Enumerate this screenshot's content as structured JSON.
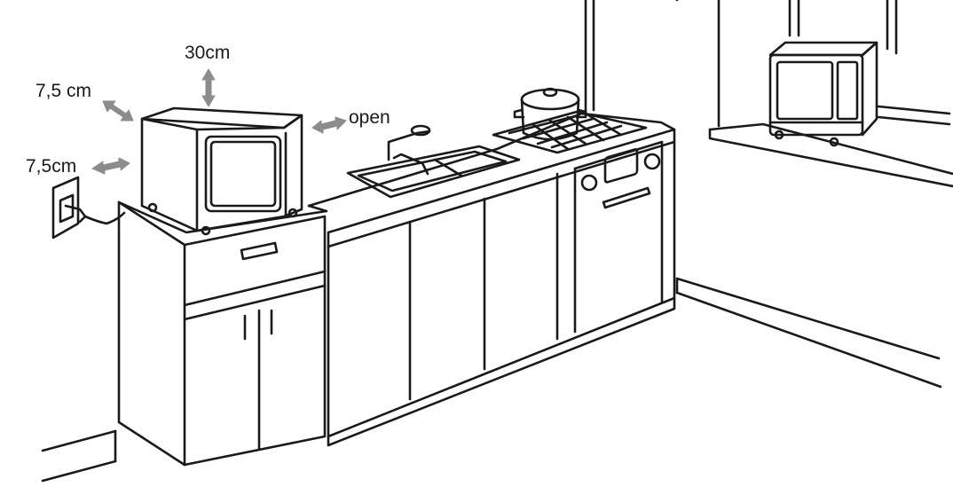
{
  "labels": {
    "top_clearance": "30cm",
    "left_back_clearance": "7,5 cm",
    "left_side_clearance": "7,5cm",
    "right_side": "open"
  },
  "colors": {
    "line": "#1a1a1a",
    "arrow": "#8c8c8c",
    "background": "#ffffff"
  }
}
